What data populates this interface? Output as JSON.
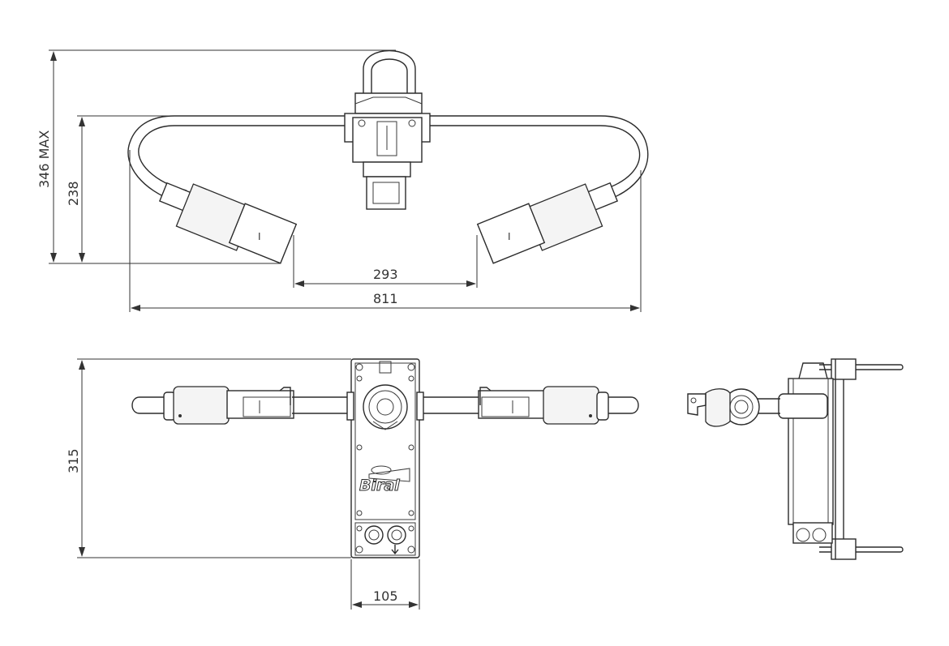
{
  "diagram": {
    "top_view": {
      "dim_overall_height": "346 MAX",
      "dim_arm_height": "238",
      "dim_head_gap": "293",
      "dim_overall_width": "811",
      "head_marker": "I"
    },
    "front_view": {
      "dim_height": "315",
      "dim_width": "105",
      "logo_text": "Biral"
    }
  }
}
